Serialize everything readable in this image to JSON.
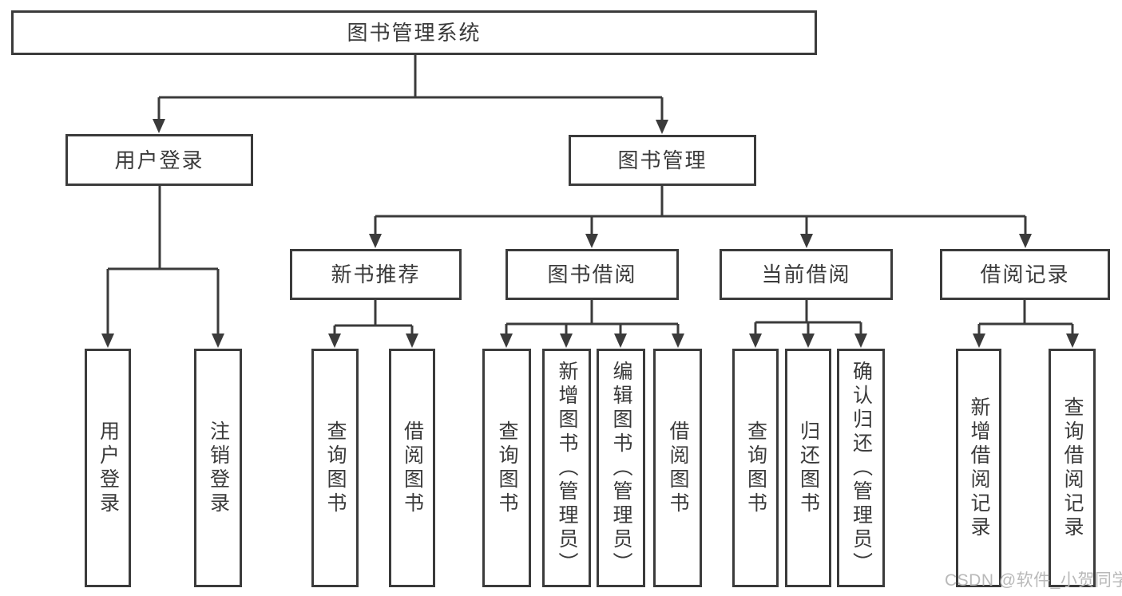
{
  "diagram": {
    "tree": {
      "label": "图书管理系统",
      "children": [
        {
          "label": "用户登录",
          "children": [
            {
              "label": "用户登录"
            },
            {
              "label": "注销登录"
            }
          ]
        },
        {
          "label": "图书管理",
          "children": [
            {
              "label": "新书推荐",
              "children": [
                {
                  "label": "查询图书"
                },
                {
                  "label": "借阅图书"
                }
              ]
            },
            {
              "label": "图书借阅",
              "children": [
                {
                  "label": "查询图书"
                },
                {
                  "label": "新增图书（管理员）"
                },
                {
                  "label": "编辑图书（管理员）"
                },
                {
                  "label": "借阅图书"
                }
              ]
            },
            {
              "label": "当前借阅",
              "children": [
                {
                  "label": "查询图书"
                },
                {
                  "label": "归还图书"
                },
                {
                  "label": "确认归还（管理员）"
                }
              ]
            },
            {
              "label": "借阅记录",
              "children": [
                {
                  "label": "新增借阅记录"
                },
                {
                  "label": "查询借阅记录"
                }
              ]
            }
          ]
        }
      ]
    }
  },
  "watermark": {
    "text": "CSDN @软件_小贺同学"
  },
  "colors": {
    "line": "#3b3b3b",
    "text": "#3a3a3a",
    "background": "#ffffff",
    "watermark": "#b9b9b9"
  }
}
